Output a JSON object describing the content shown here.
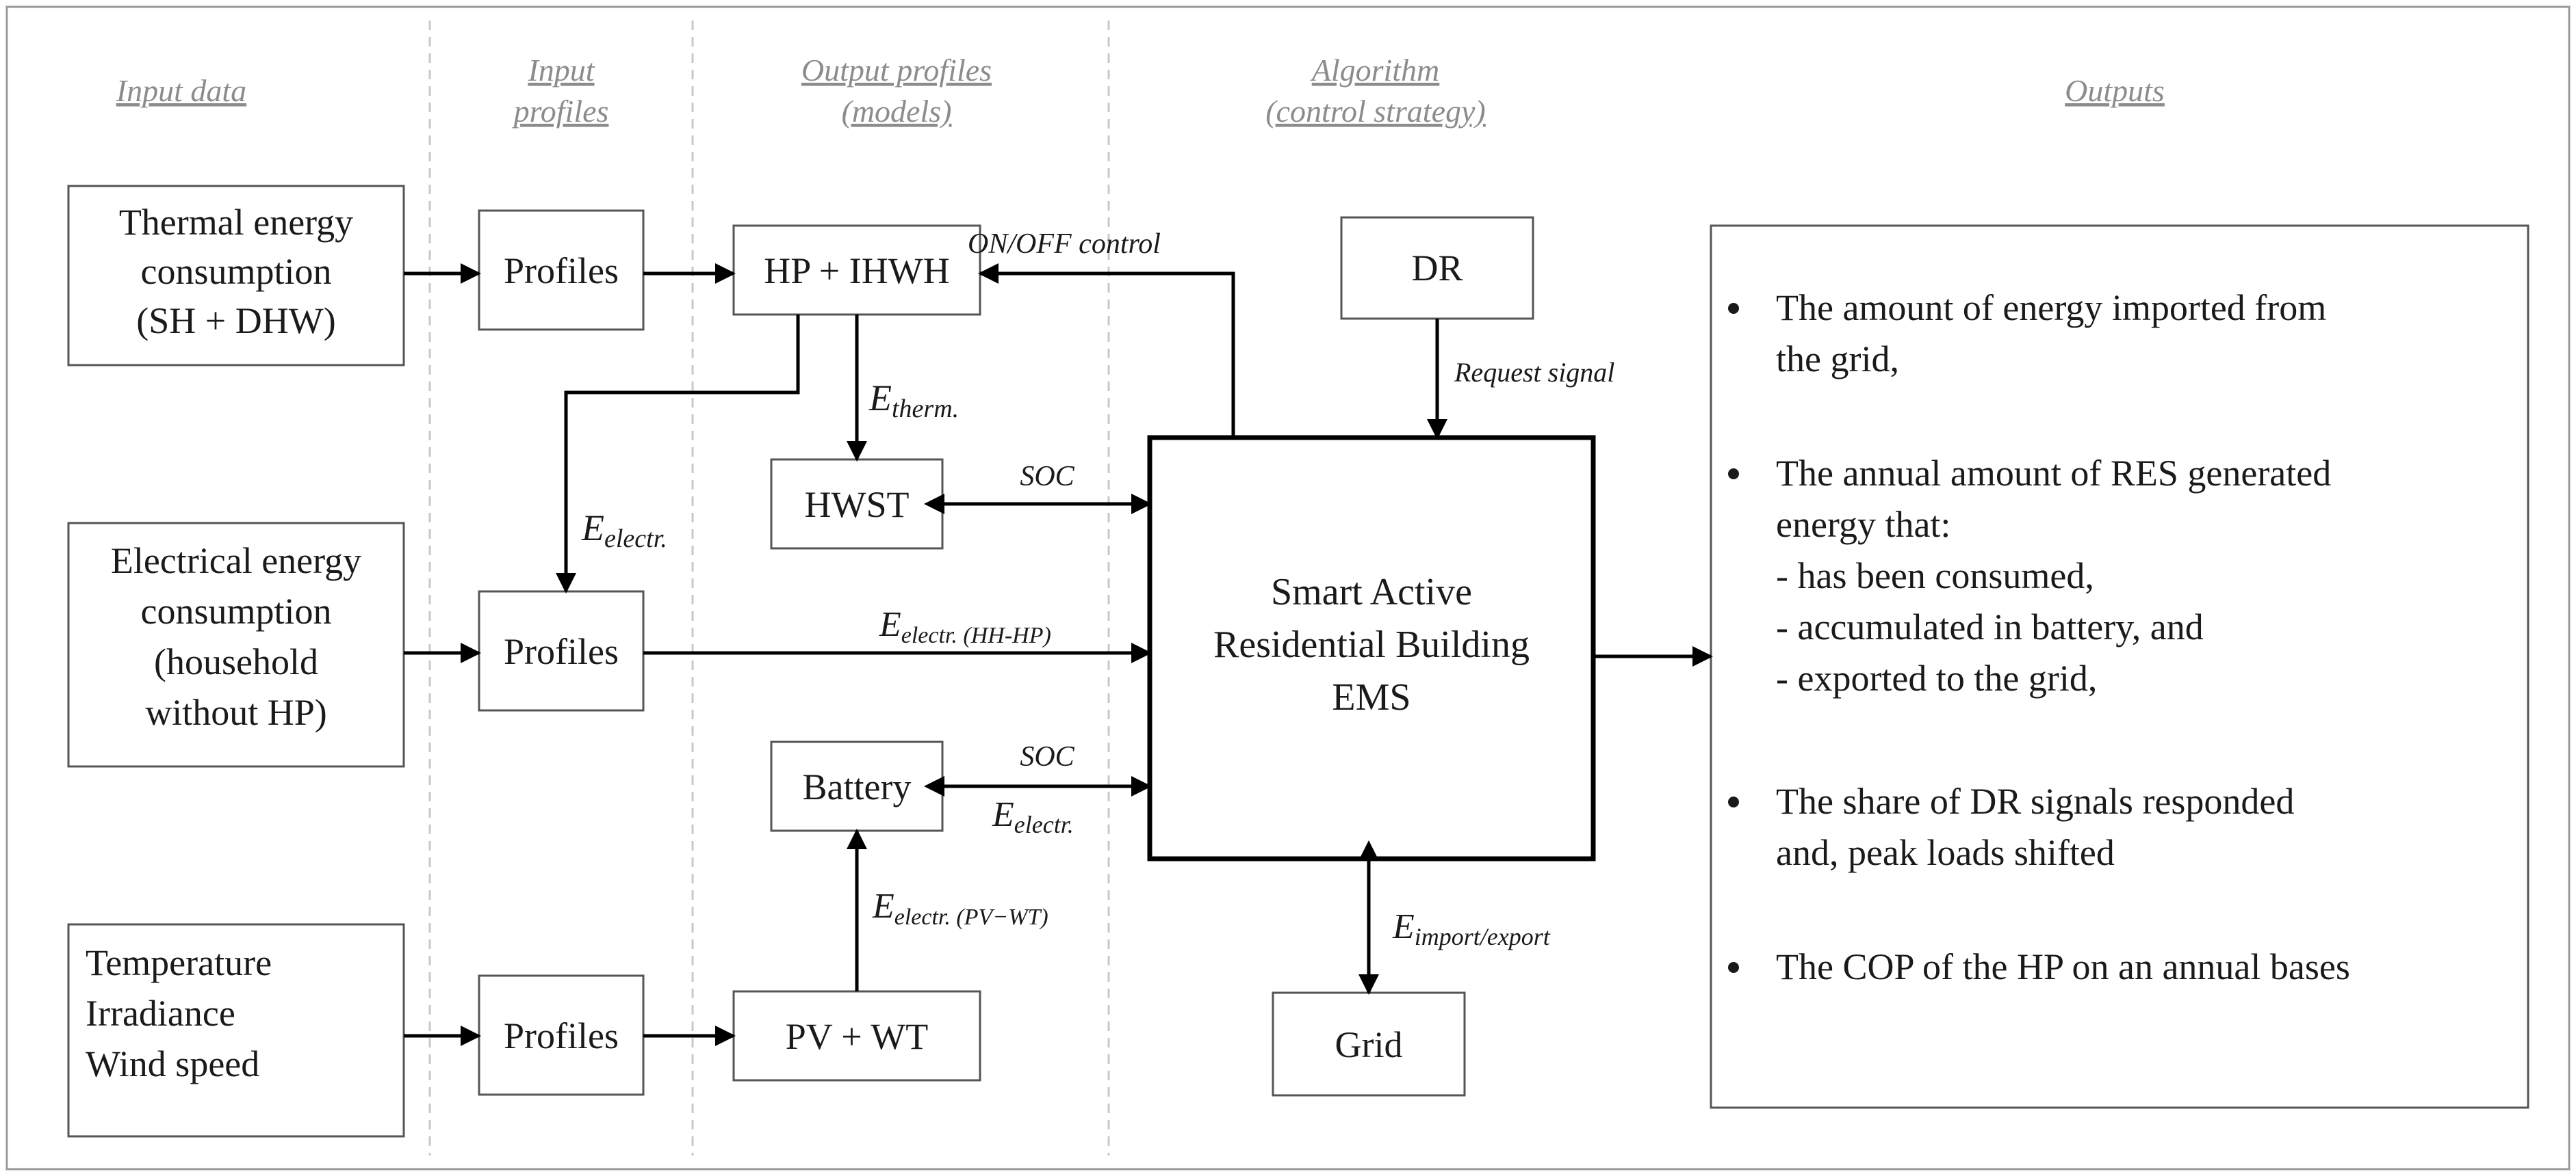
{
  "headers": {
    "input_data": "Input data",
    "input_profiles": [
      "Input",
      "profiles"
    ],
    "output_profiles": [
      "Output profiles",
      "(models)"
    ],
    "algorithm": [
      "Algorithm",
      "(control strategy)"
    ],
    "outputs": "Outputs"
  },
  "inputs": {
    "thermal": [
      "Thermal energy",
      "consumption",
      "(SH + DHW)"
    ],
    "electrical": [
      "Electrical energy",
      "consumption",
      "(household",
      "without HP)"
    ],
    "weather": [
      "Temperature",
      "Irradiance",
      "Wind speed"
    ]
  },
  "profiles": {
    "p1": "Profiles",
    "p2": "Profiles",
    "p3": "Profiles"
  },
  "models": {
    "hp": "HP + IHWH",
    "hwst": "HWST",
    "battery": "Battery",
    "pvwt": "PV + WT"
  },
  "dr": "DR",
  "grid": "Grid",
  "ems": [
    "Smart Active",
    "Residential Building",
    "EMS"
  ],
  "signals": {
    "onoff": "ON/OFF control",
    "request": "Request signal",
    "soc1": "SOC",
    "soc2": "SOC",
    "e_therm": {
      "main": "E",
      "sub": "therm."
    },
    "e_electr_hp": {
      "main": "E",
      "sub": "electr."
    },
    "e_electr_hh": {
      "main": "E",
      "sub": "electr. (HH-HP)"
    },
    "e_electr_batt": {
      "main": "E",
      "sub": "electr."
    },
    "e_electr_pv": {
      "main": "E",
      "sub": "electr. (PV−WT)"
    },
    "e_import": {
      "main": "E",
      "sub": "import/export"
    }
  },
  "outputs": {
    "items": [
      [
        "The amount of energy imported from",
        "the grid,"
      ],
      [
        "The annual amount of RES generated",
        "energy that:",
        "- has been consumed,",
        "- accumulated in battery, and",
        "- exported to the grid,"
      ],
      [
        "The share of DR signals responded",
        "and, peak loads shifted"
      ],
      [
        "The COP of the HP on an annual bases"
      ]
    ]
  }
}
